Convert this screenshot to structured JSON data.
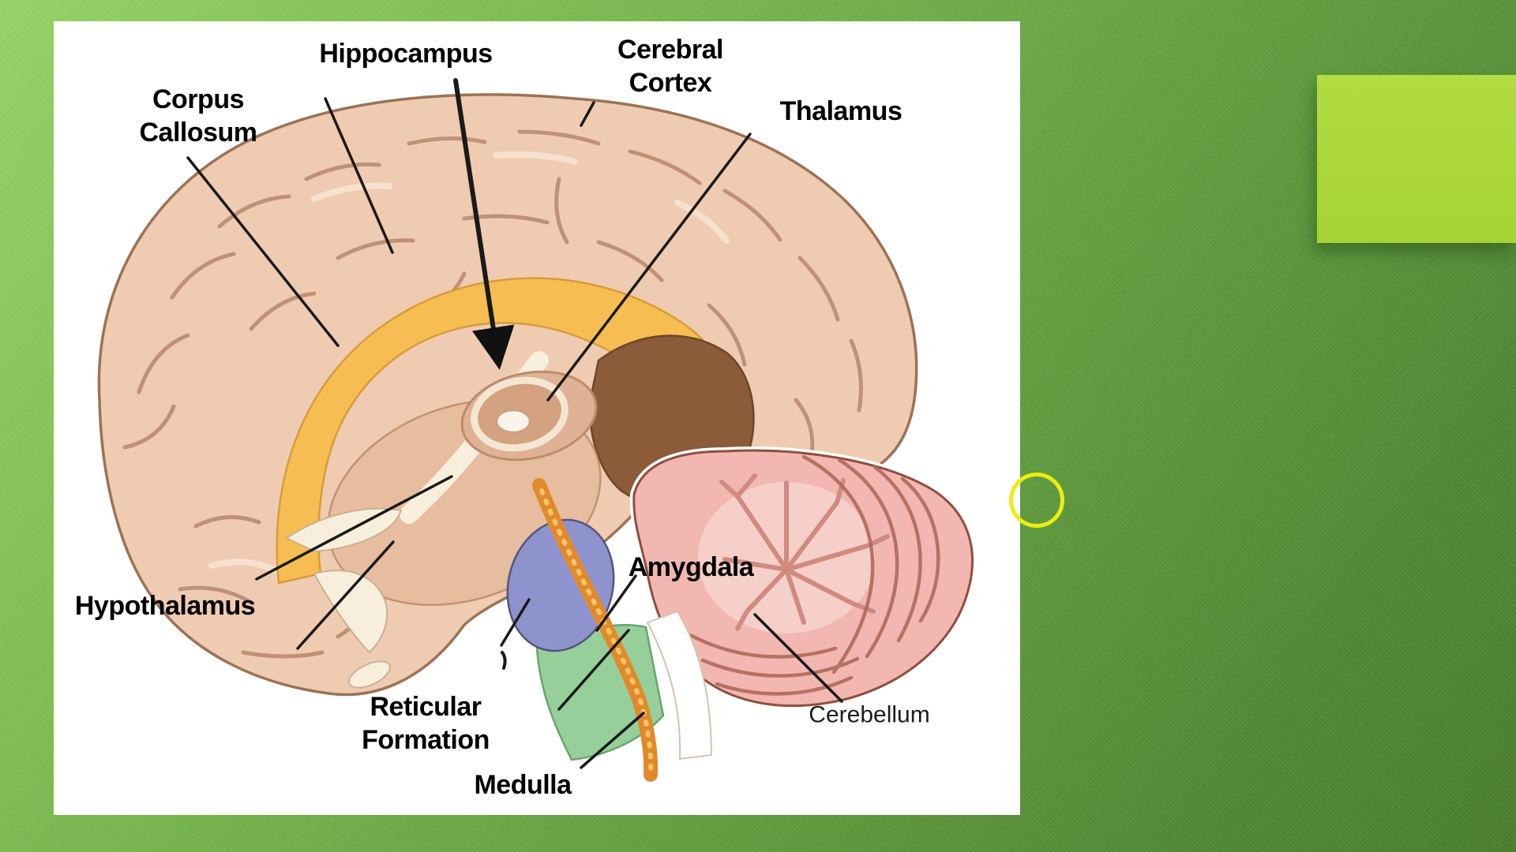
{
  "slide": {
    "background": {
      "gradient_top_left": "#92d163",
      "gradient_bottom_right": "#477c2c",
      "texture": "diagonal-stripes"
    },
    "accent_rectangle": {
      "color": "#a6d335"
    },
    "highlight_circle": {
      "color": "#eded12"
    }
  },
  "diagram": {
    "description": "Sagittal section of the human brain with labeled structures",
    "labels": {
      "corpus_callosum": "Corpus\nCallosum",
      "hippocampus": "Hippocampus",
      "cerebral_cortex": "Cerebral\nCortex",
      "thalamus": "Thalamus",
      "hypothalamus": "Hypothalamus",
      "amygdala": "Amygdala",
      "reticular_formation": "Reticular\nFormation",
      "medulla": "Medulla",
      "cerebellum": "Cerebellum"
    },
    "colors": {
      "cortex": "#efcbb1",
      "corpus_callosum_band": "#f6be52",
      "thalamus_egg": "#dfb295",
      "midbrain_brown": "#8b5b3a",
      "pons_blue": "#8e93ce",
      "medulla_green": "#96cf9a",
      "reticular_stripe_orange": "#e08a2c",
      "cerebellum_pink": "#f1b7b0",
      "leader_line": "#1a1a1a"
    }
  }
}
